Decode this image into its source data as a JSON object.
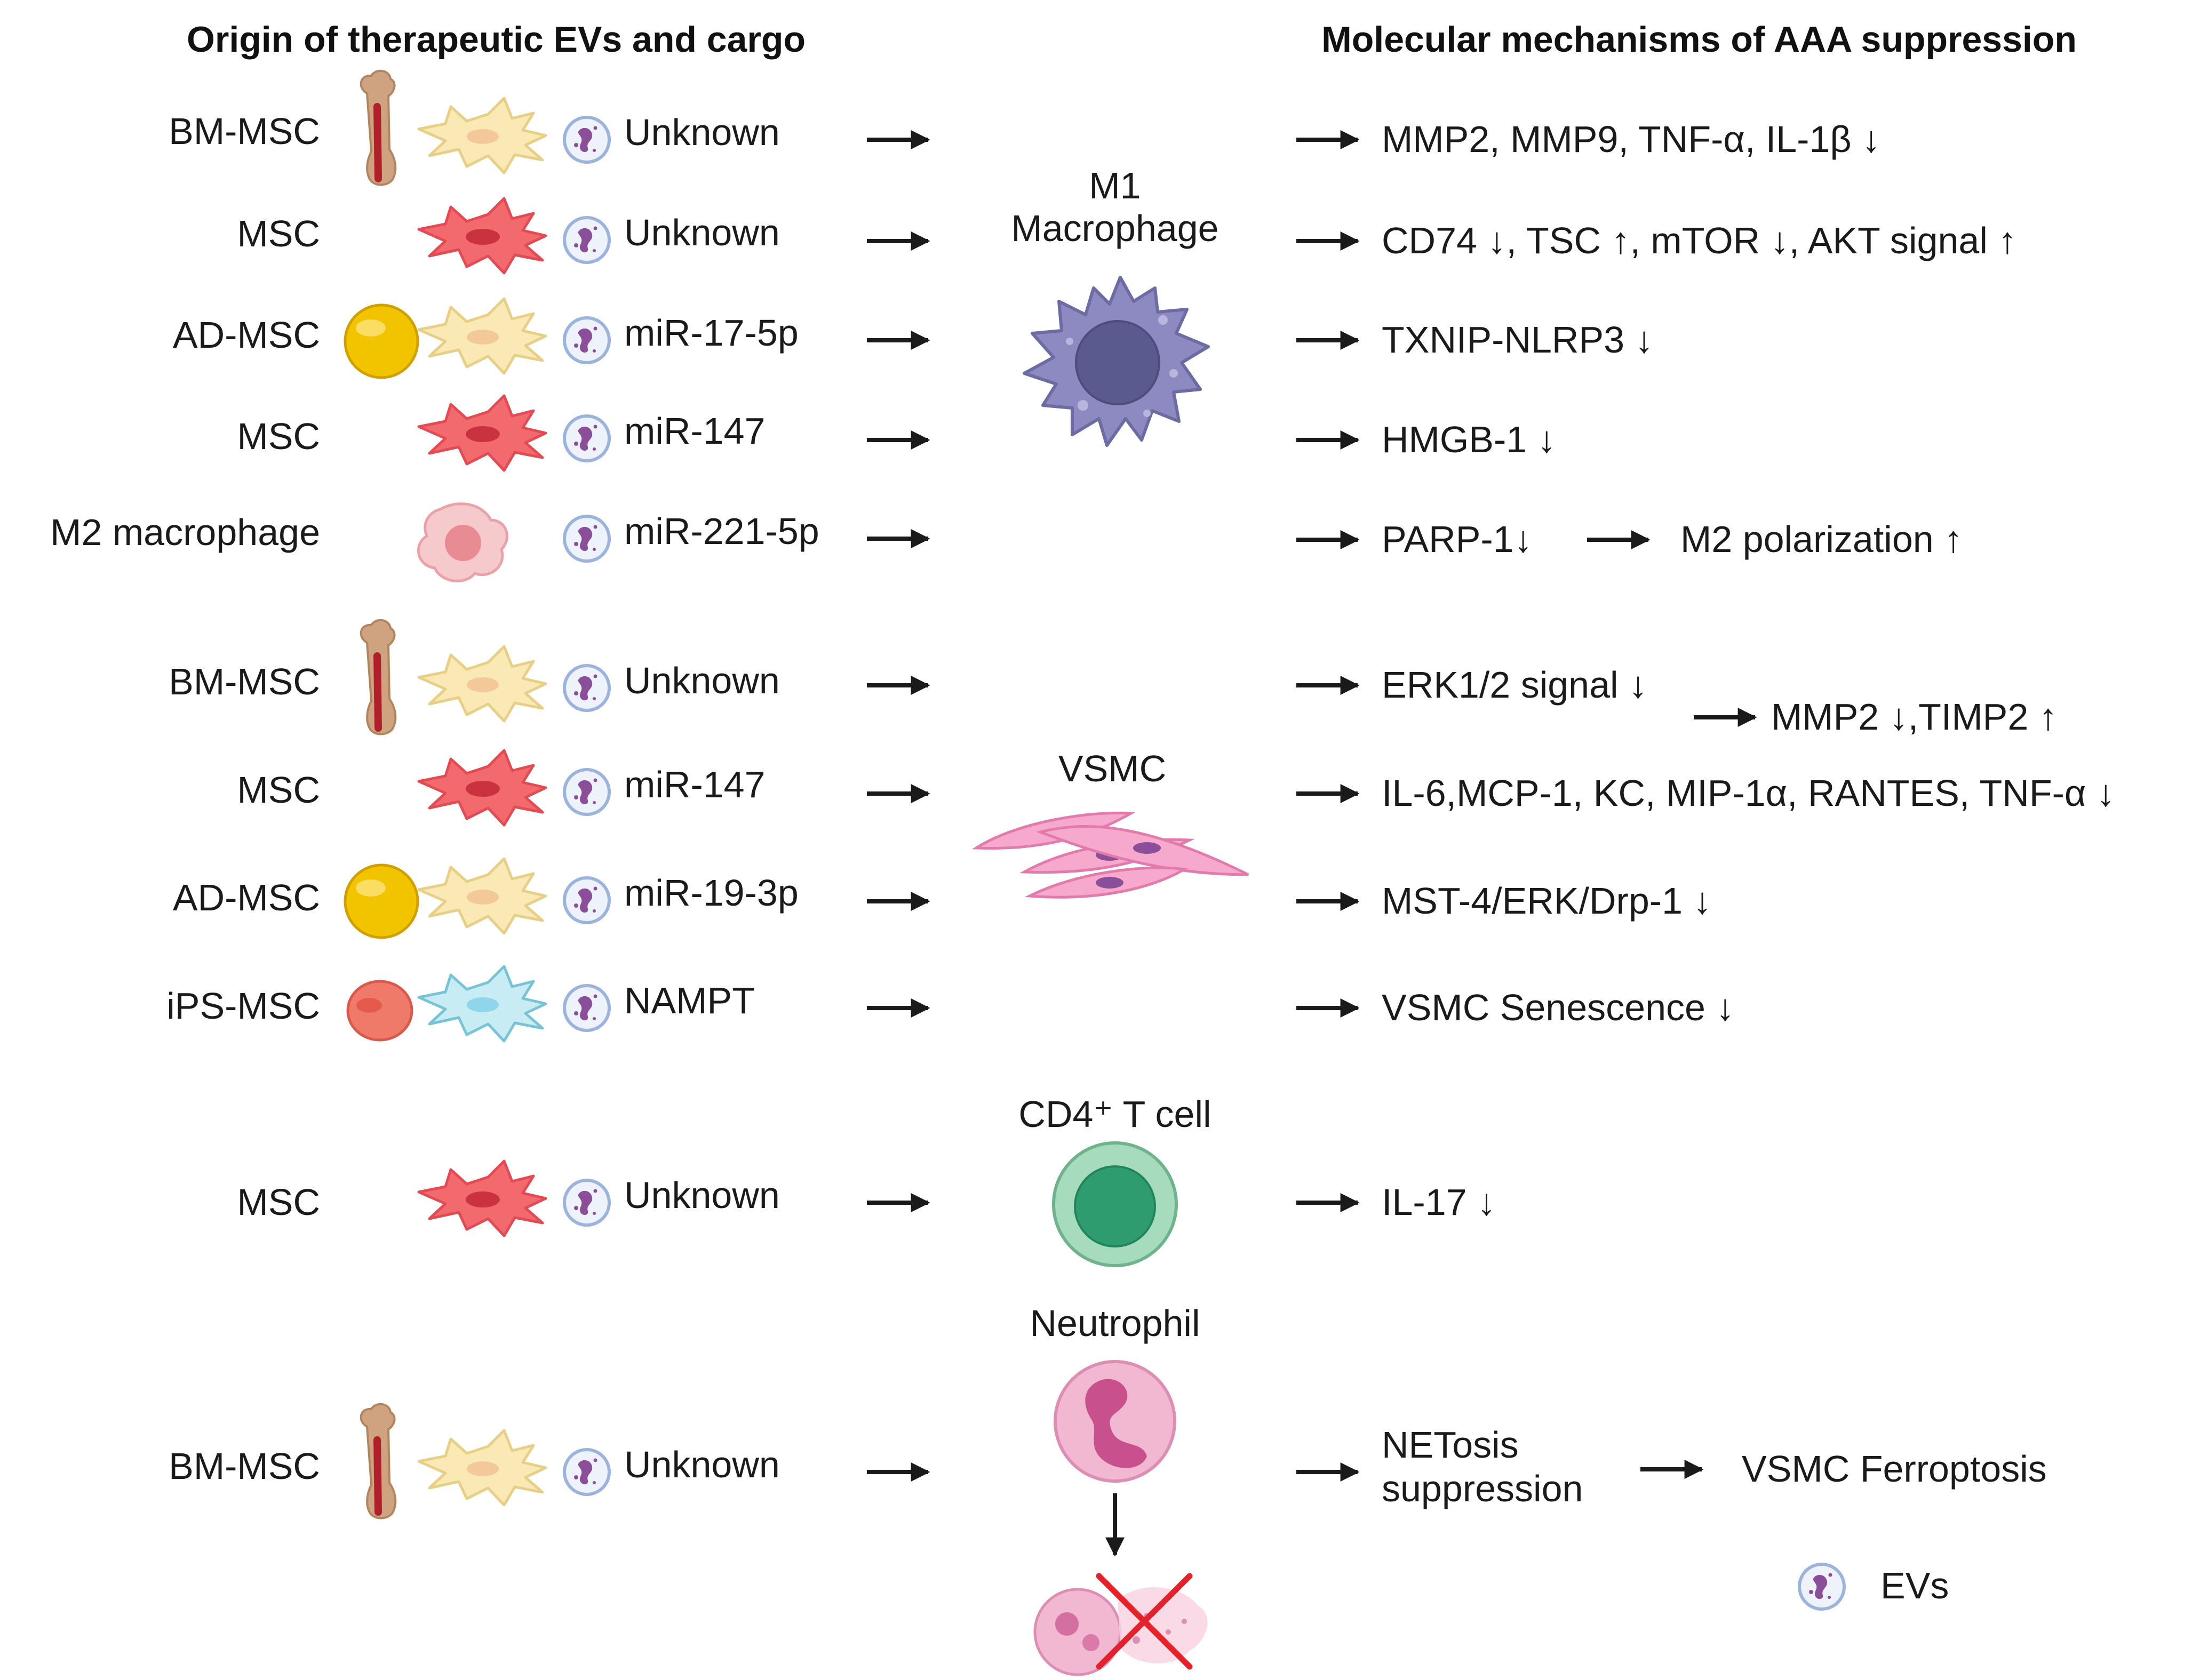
{
  "headers": {
    "left": "Origin of therapeutic EVs and cargo",
    "right": "Molecular mechanisms of AAA suppression"
  },
  "targets": {
    "m1_line1": "M1",
    "m1_line2": "Macrophage",
    "vsmc": "VSMC",
    "tcell": "CD4⁺ T cell",
    "neutrophil": "Neutrophil"
  },
  "rows": [
    {
      "source": "BM-MSC",
      "cargo": "Unknown",
      "mechanism": "MMP2, MMP9, TNF-α, IL-1β ↓"
    },
    {
      "source": "MSC",
      "cargo": "Unknown",
      "mechanism": "CD74 ↓, TSC ↑, mTOR ↓, AKT signal ↑"
    },
    {
      "source": "AD-MSC",
      "cargo": "miR-17-5p",
      "mechanism": "TXNIP-NLRP3 ↓"
    },
    {
      "source": "MSC",
      "cargo": "miR-147",
      "mechanism": "HMGB-1 ↓"
    },
    {
      "source": "M2 macrophage",
      "cargo": "miR-221-5p",
      "mechanism": "PARP-1↓",
      "downstream": "M2 polarization ↑"
    },
    {
      "source": "BM-MSC",
      "cargo": "Unknown",
      "mechanism": "ERK1/2 signal ↓",
      "downstream": "MMP2 ↓,TIMP2 ↑"
    },
    {
      "source": "MSC",
      "cargo": "miR-147",
      "mechanism": "IL-6,MCP-1, KC, MIP-1α, RANTES, TNF-α ↓"
    },
    {
      "source": "AD-MSC",
      "cargo": "miR-19-3p",
      "mechanism": "MST-4/ERK/Drp-1 ↓"
    },
    {
      "source": "iPS-MSC",
      "cargo": "NAMPT",
      "mechanism": "VSMC Senescence ↓"
    },
    {
      "source": "MSC",
      "cargo": "Unknown",
      "mechanism": "IL-17 ↓"
    },
    {
      "source": "BM-MSC",
      "cargo": "Unknown",
      "mechanism_line1": "NETosis",
      "mechanism_line2": "suppression",
      "downstream": "VSMC Ferroptosis"
    }
  ],
  "legend": {
    "label": "EVs"
  },
  "colors": {
    "bm_msc_cell": "#fbe9b5",
    "msc_cell": "#f26a6e",
    "adipocyte": "#f2c400",
    "ips_cell": "#f07a6a",
    "ips_msc_cell": "#c8ecf4",
    "m2_macrophage": "#f6c9cc",
    "m1_macrophage": "#8c8ac0",
    "vsmc": "#f6a9cd",
    "t_cell": "#8ccfab",
    "neutrophil": "#f2b8d2",
    "ev": "#b2c6e4",
    "arrow": "#1a1a1a",
    "cross": "#e3222b"
  }
}
